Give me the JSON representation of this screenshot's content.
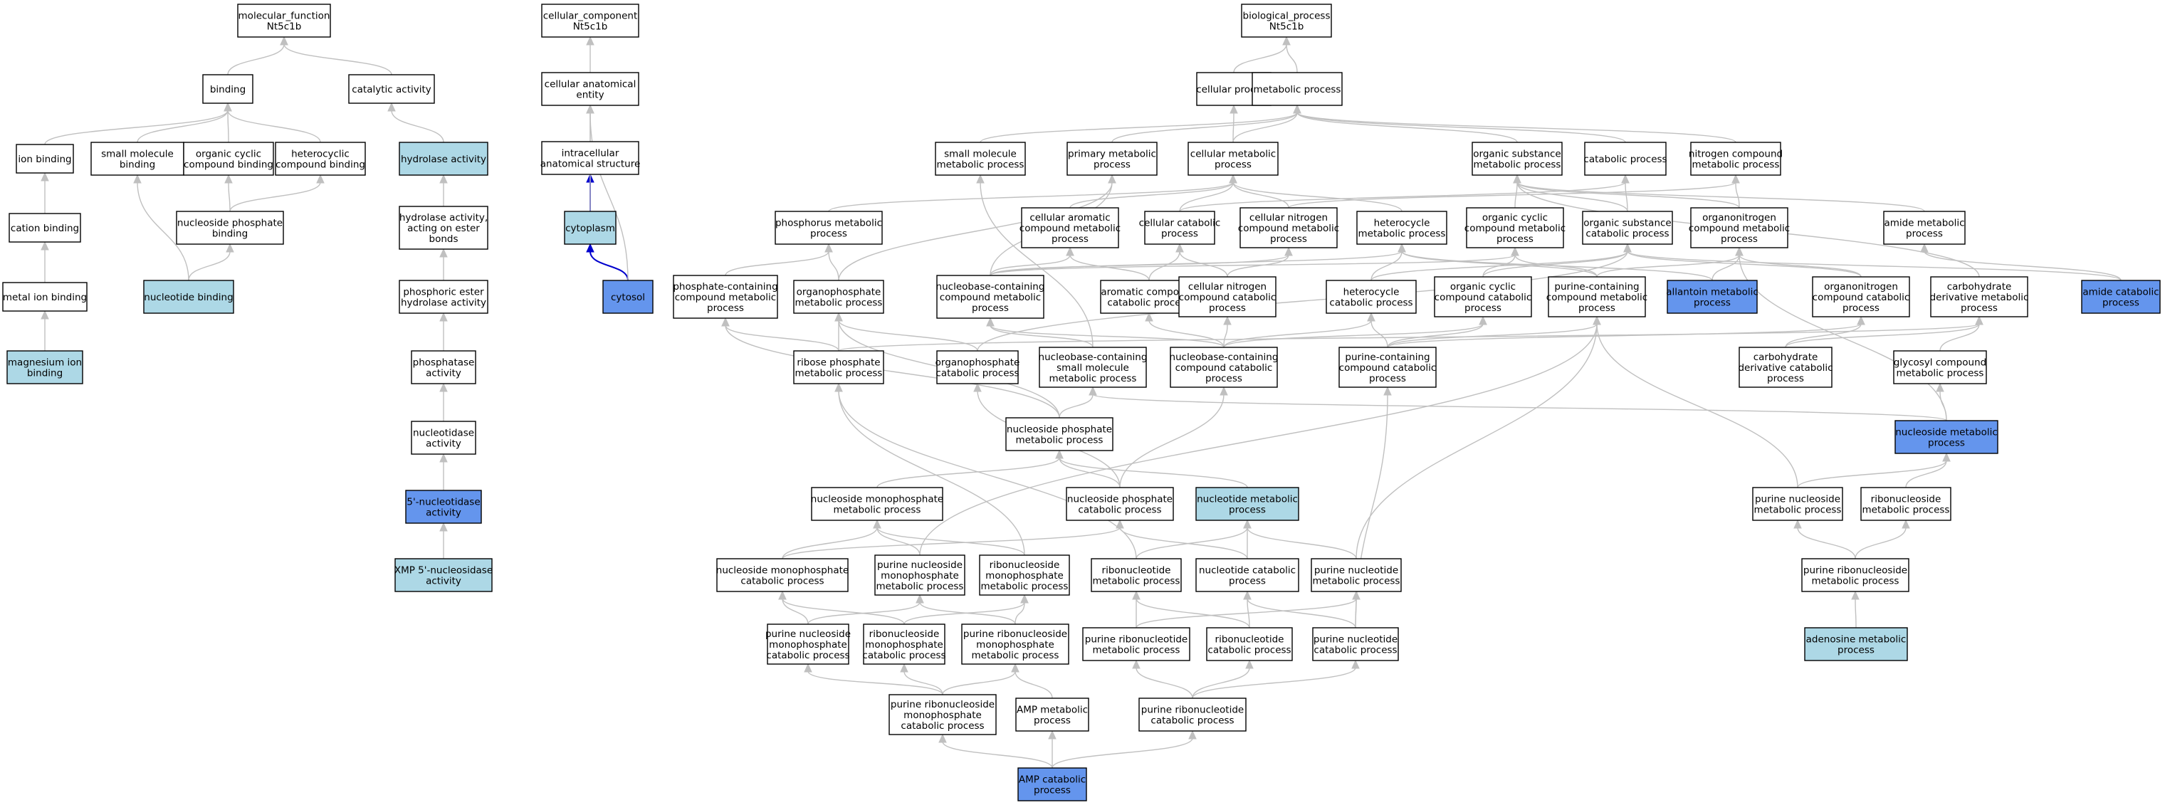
{
  "colors": {
    "default": "#ffffff",
    "light": "#add8e6",
    "dark": "#6495ed",
    "edge": "#c0c0c0",
    "edge_highlight": "#0000cd"
  },
  "nodes": [
    {
      "id": "mf",
      "label": [
        "molecular_function",
        "Nt5c1b"
      ],
      "fill": "default"
    },
    {
      "id": "binding",
      "label": [
        "binding"
      ],
      "fill": "default"
    },
    {
      "id": "catalytic",
      "label": [
        "catalytic activity"
      ],
      "fill": "default"
    },
    {
      "id": "ionbind",
      "label": [
        "ion binding"
      ],
      "fill": "default"
    },
    {
      "id": "smbind",
      "label": [
        "small molecule",
        "binding"
      ],
      "fill": "default"
    },
    {
      "id": "occbind",
      "label": [
        "organic cyclic",
        "compound binding"
      ],
      "fill": "default"
    },
    {
      "id": "hetbind",
      "label": [
        "heterocyclic",
        "compound binding"
      ],
      "fill": "default"
    },
    {
      "id": "hydrolase",
      "label": [
        "hydrolase activity"
      ],
      "fill": "light"
    },
    {
      "id": "cationbind",
      "label": [
        "cation binding"
      ],
      "fill": "default"
    },
    {
      "id": "nucphosbind",
      "label": [
        "nucleoside phosphate",
        "binding"
      ],
      "fill": "default"
    },
    {
      "id": "hydester",
      "label": [
        "hydrolase activity,",
        "acting on ester",
        "bonds"
      ],
      "fill": "default"
    },
    {
      "id": "metalbind",
      "label": [
        "metal ion binding"
      ],
      "fill": "default"
    },
    {
      "id": "nucbind",
      "label": [
        "nucleotide binding"
      ],
      "fill": "light"
    },
    {
      "id": "phosester",
      "label": [
        "phosphoric ester",
        "hydrolase activity"
      ],
      "fill": "default"
    },
    {
      "id": "mgbind",
      "label": [
        "magnesium ion",
        "binding"
      ],
      "fill": "light"
    },
    {
      "id": "phosphatase",
      "label": [
        "phosphatase",
        "activity"
      ],
      "fill": "default"
    },
    {
      "id": "nucleotidase",
      "label": [
        "nucleotidase",
        "activity"
      ],
      "fill": "default"
    },
    {
      "id": "nt5",
      "label": [
        "5'-nucleotidase",
        "activity"
      ],
      "fill": "dark"
    },
    {
      "id": "xmp",
      "label": [
        "XMP 5'-nucleosidase",
        "activity"
      ],
      "fill": "light"
    },
    {
      "id": "cc",
      "label": [
        "cellular_component",
        "Nt5c1b"
      ],
      "fill": "default"
    },
    {
      "id": "cae",
      "label": [
        "cellular anatomical",
        "entity"
      ],
      "fill": "default"
    },
    {
      "id": "ias",
      "label": [
        "intracellular",
        "anatomical structure"
      ],
      "fill": "default"
    },
    {
      "id": "cytoplasm",
      "label": [
        "cytoplasm"
      ],
      "fill": "light"
    },
    {
      "id": "cytosol",
      "label": [
        "cytosol"
      ],
      "fill": "dark"
    },
    {
      "id": "bp",
      "label": [
        "biological_process",
        "Nt5c1b"
      ],
      "fill": "default"
    },
    {
      "id": "cellproc",
      "label": [
        "cellular process"
      ],
      "fill": "default"
    },
    {
      "id": "metproc",
      "label": [
        "metabolic process"
      ],
      "fill": "default"
    },
    {
      "id": "smmet",
      "label": [
        "small molecule",
        "metabolic process"
      ],
      "fill": "default"
    },
    {
      "id": "primet",
      "label": [
        "primary metabolic",
        "process"
      ],
      "fill": "default"
    },
    {
      "id": "cellmet",
      "label": [
        "cellular metabolic",
        "process"
      ],
      "fill": "default"
    },
    {
      "id": "orgsub",
      "label": [
        "organic substance",
        "metabolic process"
      ],
      "fill": "default"
    },
    {
      "id": "catproc",
      "label": [
        "catabolic process"
      ],
      "fill": "default"
    },
    {
      "id": "nitcomp",
      "label": [
        "nitrogen compound",
        "metabolic process"
      ],
      "fill": "default"
    },
    {
      "id": "phosmet",
      "label": [
        "phosphorus metabolic",
        "process"
      ],
      "fill": "default"
    },
    {
      "id": "cellarom",
      "label": [
        "cellular aromatic",
        "compound metabolic",
        "process"
      ],
      "fill": "default"
    },
    {
      "id": "cellcat",
      "label": [
        "cellular catabolic",
        "process"
      ],
      "fill": "default"
    },
    {
      "id": "cellnit",
      "label": [
        "cellular nitrogen",
        "compound metabolic",
        "process"
      ],
      "fill": "default"
    },
    {
      "id": "hetmet",
      "label": [
        "heterocycle",
        "metabolic process"
      ],
      "fill": "default"
    },
    {
      "id": "occmet",
      "label": [
        "organic cyclic",
        "compound metabolic",
        "process"
      ],
      "fill": "default"
    },
    {
      "id": "orgsubcat",
      "label": [
        "organic substance",
        "catabolic process"
      ],
      "fill": "default"
    },
    {
      "id": "orgnitmet",
      "label": [
        "organonitrogen",
        "compound metabolic",
        "process"
      ],
      "fill": "default"
    },
    {
      "id": "amidemet",
      "label": [
        "amide metabolic",
        "process"
      ],
      "fill": "default"
    },
    {
      "id": "phoscont",
      "label": [
        "phosphate-containing",
        "compound metabolic",
        "process"
      ],
      "fill": "default"
    },
    {
      "id": "orgphosmet",
      "label": [
        "organophosphate",
        "metabolic process"
      ],
      "fill": "default"
    },
    {
      "id": "nbcmet",
      "label": [
        "nucleobase-containing",
        "compound metabolic",
        "process"
      ],
      "fill": "default"
    },
    {
      "id": "aromcat",
      "label": [
        "aromatic compound",
        "catabolic process"
      ],
      "fill": "default"
    },
    {
      "id": "cellnitcat",
      "label": [
        "cellular nitrogen",
        "compound catabolic",
        "process"
      ],
      "fill": "default"
    },
    {
      "id": "hetcat",
      "label": [
        "heterocycle",
        "catabolic process"
      ],
      "fill": "default"
    },
    {
      "id": "occcat",
      "label": [
        "organic cyclic",
        "compound catabolic",
        "process"
      ],
      "fill": "default"
    },
    {
      "id": "purcontmet",
      "label": [
        "purine-containing",
        "compound metabolic",
        "process"
      ],
      "fill": "default"
    },
    {
      "id": "allantoin",
      "label": [
        "allantoin metabolic",
        "process"
      ],
      "fill": "dark"
    },
    {
      "id": "orgnitcat",
      "label": [
        "organonitrogen",
        "compound catabolic",
        "process"
      ],
      "fill": "default"
    },
    {
      "id": "carbderiv",
      "label": [
        "carbohydrate",
        "derivative metabolic",
        "process"
      ],
      "fill": "default"
    },
    {
      "id": "amidecat",
      "label": [
        "amide catabolic",
        "process"
      ],
      "fill": "dark"
    },
    {
      "id": "ribphos",
      "label": [
        "ribose phosphate",
        "metabolic process"
      ],
      "fill": "default"
    },
    {
      "id": "orgphoscat",
      "label": [
        "organophosphate",
        "catabolic process"
      ],
      "fill": "default"
    },
    {
      "id": "nbcsm",
      "label": [
        "nucleobase-containing",
        "small molecule",
        "metabolic process"
      ],
      "fill": "default"
    },
    {
      "id": "nbccat",
      "label": [
        "nucleobase-containing",
        "compound catabolic",
        "process"
      ],
      "fill": "default"
    },
    {
      "id": "purcontcat",
      "label": [
        "purine-containing",
        "compound catabolic",
        "process"
      ],
      "fill": "default"
    },
    {
      "id": "carbderivcat",
      "label": [
        "carbohydrate",
        "derivative catabolic",
        "process"
      ],
      "fill": "default"
    },
    {
      "id": "glycosyl",
      "label": [
        "glycosyl compound",
        "metabolic process"
      ],
      "fill": "default"
    },
    {
      "id": "nucphosmet",
      "label": [
        "nucleoside phosphate",
        "metabolic process"
      ],
      "fill": "default"
    },
    {
      "id": "nucsidemet",
      "label": [
        "nucleoside metabolic",
        "process"
      ],
      "fill": "dark"
    },
    {
      "id": "nucmonomet",
      "label": [
        "nucleoside monophosphate",
        "metabolic process"
      ],
      "fill": "default"
    },
    {
      "id": "nucphoscat",
      "label": [
        "nucleoside phosphate",
        "catabolic process"
      ],
      "fill": "default"
    },
    {
      "id": "nucleotidemet",
      "label": [
        "nucleotide metabolic",
        "process"
      ],
      "fill": "light"
    },
    {
      "id": "purnucsidemet",
      "label": [
        "purine nucleoside",
        "metabolic process"
      ],
      "fill": "default"
    },
    {
      "id": "ribnucsidemet",
      "label": [
        "ribonucleoside",
        "metabolic process"
      ],
      "fill": "default"
    },
    {
      "id": "nucmonocat",
      "label": [
        "nucleoside monophosphate",
        "catabolic process"
      ],
      "fill": "default"
    },
    {
      "id": "purnucmonomet",
      "label": [
        "purine nucleoside",
        "monophosphate",
        "metabolic process"
      ],
      "fill": "default"
    },
    {
      "id": "ribnucmonomet",
      "label": [
        "ribonucleoside",
        "monophosphate",
        "metabolic process"
      ],
      "fill": "default"
    },
    {
      "id": "ribnucleotidemet",
      "label": [
        "ribonucleotide",
        "metabolic process"
      ],
      "fill": "default"
    },
    {
      "id": "nucleotidecat",
      "label": [
        "nucleotide catabolic",
        "process"
      ],
      "fill": "default"
    },
    {
      "id": "purnucleotidemet",
      "label": [
        "purine nucleotide",
        "metabolic process"
      ],
      "fill": "default"
    },
    {
      "id": "purribsidemet",
      "label": [
        "purine ribonucleoside",
        "metabolic process"
      ],
      "fill": "default"
    },
    {
      "id": "purnucmonocat",
      "label": [
        "purine nucleoside",
        "monophosphate",
        "catabolic process"
      ],
      "fill": "default"
    },
    {
      "id": "ribnucmonocat",
      "label": [
        "ribonucleoside",
        "monophosphate",
        "catabolic process"
      ],
      "fill": "default"
    },
    {
      "id": "purribmonomet",
      "label": [
        "purine ribonucleoside",
        "monophosphate",
        "metabolic process"
      ],
      "fill": "default"
    },
    {
      "id": "purribotidemet",
      "label": [
        "purine ribonucleotide",
        "metabolic process"
      ],
      "fill": "default"
    },
    {
      "id": "ribotidecat",
      "label": [
        "ribonucleotide",
        "catabolic process"
      ],
      "fill": "default"
    },
    {
      "id": "purnucleotidecat",
      "label": [
        "purine nucleotide",
        "catabolic process"
      ],
      "fill": "default"
    },
    {
      "id": "adenosine",
      "label": [
        "adenosine metabolic",
        "process"
      ],
      "fill": "light"
    },
    {
      "id": "purribmonocat",
      "label": [
        "purine ribonucleoside",
        "monophosphate",
        "catabolic process"
      ],
      "fill": "default"
    },
    {
      "id": "ampmet",
      "label": [
        "AMP metabolic",
        "process"
      ],
      "fill": "default"
    },
    {
      "id": "purribotidecat",
      "label": [
        "purine ribonucleotide",
        "catabolic process"
      ],
      "fill": "default"
    },
    {
      "id": "ampcat",
      "label": [
        "AMP catabolic",
        "process"
      ],
      "fill": "dark"
    }
  ],
  "edges": [
    [
      "binding",
      "mf"
    ],
    [
      "catalytic",
      "mf"
    ],
    [
      "ionbind",
      "binding"
    ],
    [
      "smbind",
      "binding"
    ],
    [
      "occbind",
      "binding"
    ],
    [
      "hetbind",
      "binding"
    ],
    [
      "hydrolase",
      "catalytic"
    ],
    [
      "cationbind",
      "ionbind"
    ],
    [
      "nucphosbind",
      "occbind"
    ],
    [
      "nucphosbind",
      "hetbind"
    ],
    [
      "hydester",
      "hydrolase"
    ],
    [
      "metalbind",
      "cationbind"
    ],
    [
      "nucbind",
      "smbind"
    ],
    [
      "nucbind",
      "nucphosbind"
    ],
    [
      "phosester",
      "hydester"
    ],
    [
      "mgbind",
      "metalbind"
    ],
    [
      "phosphatase",
      "phosester"
    ],
    [
      "nucleotidase",
      "phosphatase"
    ],
    [
      "nt5",
      "nucleotidase"
    ],
    [
      "xmp",
      "nt5"
    ],
    [
      "cae",
      "cc"
    ],
    [
      "ias",
      "cae"
    ],
    [
      "cytoplasm",
      "ias",
      "blue"
    ],
    [
      "cytoplasm",
      "cae"
    ],
    [
      "cytosol",
      "cytoplasm",
      "blue"
    ],
    [
      "cytosol",
      "cae"
    ],
    [
      "cellproc",
      "bp"
    ],
    [
      "metproc",
      "bp"
    ],
    [
      "smmet",
      "metproc"
    ],
    [
      "primet",
      "metproc"
    ],
    [
      "cellmet",
      "cellproc"
    ],
    [
      "cellmet",
      "metproc"
    ],
    [
      "orgsub",
      "metproc"
    ],
    [
      "catproc",
      "metproc"
    ],
    [
      "nitcomp",
      "metproc"
    ],
    [
      "phosmet",
      "cellmet"
    ],
    [
      "cellarom",
      "cellmet"
    ],
    [
      "cellcat",
      "cellmet"
    ],
    [
      "cellcat",
      "catproc"
    ],
    [
      "cellnit",
      "cellmet"
    ],
    [
      "cellnit",
      "nitcomp"
    ],
    [
      "hetmet",
      "cellmet"
    ],
    [
      "occmet",
      "orgsub"
    ],
    [
      "orgsubcat",
      "orgsub"
    ],
    [
      "orgsubcat",
      "catproc"
    ],
    [
      "orgnitmet",
      "orgsub"
    ],
    [
      "orgnitmet",
      "nitcomp"
    ],
    [
      "amidemet",
      "orgsub"
    ],
    [
      "phoscont",
      "phosmet"
    ],
    [
      "orgphosmet",
      "phosmet"
    ],
    [
      "orgphosmet",
      "primet"
    ],
    [
      "nbcmet",
      "cellarom"
    ],
    [
      "nbcmet",
      "cellnit"
    ],
    [
      "nbcmet",
      "hetmet"
    ],
    [
      "nbcmet",
      "occmet"
    ],
    [
      "nbcmet",
      "primet"
    ],
    [
      "aromcat",
      "cellarom"
    ],
    [
      "aromcat",
      "cellcat"
    ],
    [
      "cellnitcat",
      "cellnit"
    ],
    [
      "cellnitcat",
      "cellcat"
    ],
    [
      "hetcat",
      "hetmet"
    ],
    [
      "hetcat",
      "orgsubcat"
    ],
    [
      "occcat",
      "occmet"
    ],
    [
      "occcat",
      "orgsubcat"
    ],
    [
      "purcontmet",
      "hetmet"
    ],
    [
      "purcontmet",
      "occmet"
    ],
    [
      "purcontmet",
      "orgnitmet"
    ],
    [
      "allantoin",
      "orgnitmet"
    ],
    [
      "allantoin",
      "hetmet"
    ],
    [
      "orgnitcat",
      "orgnitmet"
    ],
    [
      "orgnitcat",
      "orgsubcat"
    ],
    [
      "carbderiv",
      "orgsub"
    ],
    [
      "amidecat",
      "amidemet"
    ],
    [
      "amidecat",
      "orgsubcat"
    ],
    [
      "ribphos",
      "phoscont"
    ],
    [
      "ribphos",
      "orgphosmet"
    ],
    [
      "ribphos",
      "carbderiv"
    ],
    [
      "orgphoscat",
      "orgphosmet"
    ],
    [
      "orgphoscat",
      "orgsubcat"
    ],
    [
      "nbcsm",
      "nbcmet"
    ],
    [
      "nbcsm",
      "smmet"
    ],
    [
      "nbccat",
      "nbcmet"
    ],
    [
      "nbccat",
      "aromcat"
    ],
    [
      "nbccat",
      "cellnitcat"
    ],
    [
      "nbccat",
      "hetcat"
    ],
    [
      "nbccat",
      "occcat"
    ],
    [
      "purcontcat",
      "purcontmet"
    ],
    [
      "purcontcat",
      "hetcat"
    ],
    [
      "purcontcat",
      "occcat"
    ],
    [
      "purcontcat",
      "orgnitcat"
    ],
    [
      "carbderivcat",
      "carbderiv"
    ],
    [
      "carbderivcat",
      "orgnitcat"
    ],
    [
      "glycosyl",
      "carbderiv"
    ],
    [
      "nucphosmet",
      "nbcsm"
    ],
    [
      "nucphosmet",
      "orgphosmet"
    ],
    [
      "nucphosmet",
      "phoscont"
    ],
    [
      "nucsidemet",
      "glycosyl"
    ],
    [
      "nucsidemet",
      "nbcsm"
    ],
    [
      "nucsidemet",
      "orgnitmet"
    ],
    [
      "nucmonomet",
      "nucphosmet"
    ],
    [
      "nucphoscat",
      "nucphosmet"
    ],
    [
      "nucphoscat",
      "nbccat"
    ],
    [
      "nucphoscat",
      "orgphoscat"
    ],
    [
      "nucleotidemet",
      "nucphosmet"
    ],
    [
      "purnucsidemet",
      "nucsidemet"
    ],
    [
      "purnucsidemet",
      "purcontmet"
    ],
    [
      "ribnucsidemet",
      "nucsidemet"
    ],
    [
      "nucmonocat",
      "nucmonomet"
    ],
    [
      "nucmonocat",
      "nucphoscat"
    ],
    [
      "purnucmonomet",
      "nucmonomet"
    ],
    [
      "purnucmonomet",
      "purcontmet"
    ],
    [
      "ribnucmonomet",
      "nucmonomet"
    ],
    [
      "ribnucmonomet",
      "ribphos"
    ],
    [
      "ribnucleotidemet",
      "nucleotidemet"
    ],
    [
      "ribnucleotidemet",
      "ribphos"
    ],
    [
      "nucleotidecat",
      "nucleotidemet"
    ],
    [
      "nucleotidecat",
      "nucphoscat"
    ],
    [
      "purnucleotidemet",
      "nucleotidemet"
    ],
    [
      "purnucleotidemet",
      "purcontmet"
    ],
    [
      "purribsidemet",
      "purnucsidemet"
    ],
    [
      "purribsidemet",
      "ribnucsidemet"
    ],
    [
      "purnucmonocat",
      "purnucmonomet"
    ],
    [
      "purnucmonocat",
      "nucmonocat"
    ],
    [
      "ribnucmonocat",
      "ribnucmonomet"
    ],
    [
      "ribnucmonocat",
      "nucmonocat"
    ],
    [
      "purribmonomet",
      "purnucmonomet"
    ],
    [
      "purribmonomet",
      "ribnucmonomet"
    ],
    [
      "purribotidemet",
      "ribnucleotidemet"
    ],
    [
      "purribotidemet",
      "purnucleotidemet"
    ],
    [
      "ribotidecat",
      "ribnucleotidemet"
    ],
    [
      "ribotidecat",
      "nucleotidecat"
    ],
    [
      "purnucleotidecat",
      "purnucleotidemet"
    ],
    [
      "purnucleotidecat",
      "nucleotidecat"
    ],
    [
      "purnucleotidecat",
      "purcontcat"
    ],
    [
      "adenosine",
      "purribsidemet"
    ],
    [
      "purribmonocat",
      "purribmonomet"
    ],
    [
      "purribmonocat",
      "purnucmonocat"
    ],
    [
      "purribmonocat",
      "ribnucmonocat"
    ],
    [
      "ampmet",
      "purribmonomet"
    ],
    [
      "purribotidecat",
      "purribotidemet"
    ],
    [
      "purribotidecat",
      "ribotidecat"
    ],
    [
      "purribotidecat",
      "purnucleotidecat"
    ],
    [
      "ampcat",
      "ampmet"
    ],
    [
      "ampcat",
      "purribmonocat"
    ],
    [
      "ampcat",
      "purribotidecat"
    ]
  ]
}
